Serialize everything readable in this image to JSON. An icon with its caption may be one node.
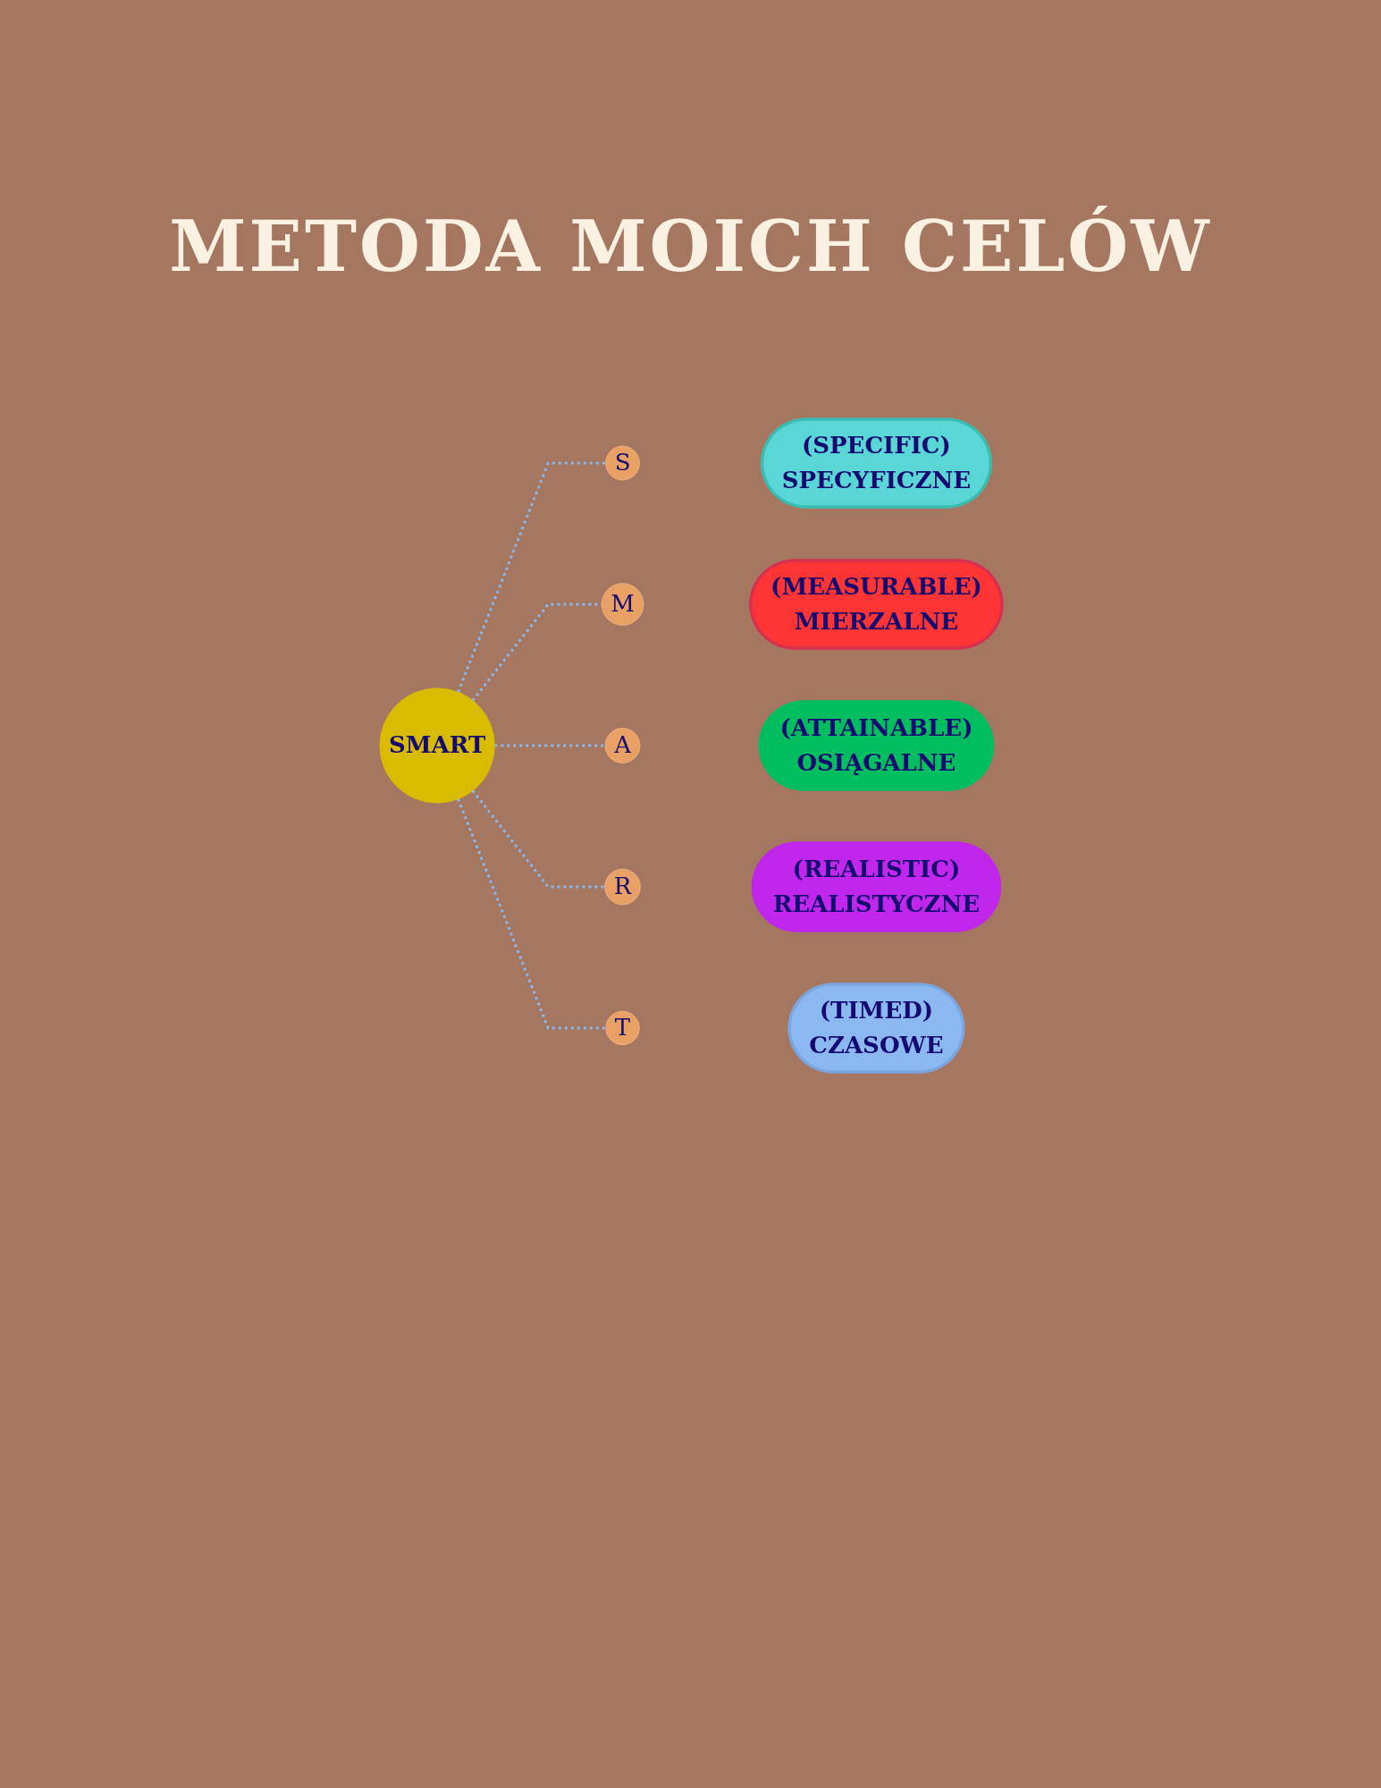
{
  "diagram": {
    "title": "METODA MOICH CELÓW",
    "nodes": [
      {
        "text": [
          "SMART"
        ]
      },
      {
        "text": [
          "S"
        ]
      },
      {
        "text": [
          "(SPECIFIC)",
          "SPECYFICZNE"
        ]
      },
      {
        "text": [
          "M"
        ]
      },
      {
        "text": [
          "(MEASURABLE)",
          "MIERZALNE"
        ]
      },
      {
        "text": [
          "A"
        ]
      },
      {
        "text": [
          "(ATTAINABLE)",
          "OSIĄGALNE"
        ]
      },
      {
        "text": [
          "R"
        ]
      },
      {
        "text": [
          "(REALISTIC)",
          "REALISTYCZNE"
        ]
      },
      {
        "text": [
          "T"
        ]
      },
      {
        "text": [
          "(TIMED)",
          "CZASOWE"
        ]
      }
    ],
    "edges": [
      {
        "from": 0,
        "to": 1,
        "arrow": "none",
        "style": "dashed"
      },
      {
        "from": 0,
        "to": 3,
        "arrow": "none",
        "style": "dashed"
      },
      {
        "from": 0,
        "to": 5,
        "arrow": "none",
        "style": "dashed"
      },
      {
        "from": 0,
        "to": 7,
        "arrow": "none",
        "style": "dashed"
      },
      {
        "from": 0,
        "to": 9,
        "arrow": "none",
        "style": "dashed"
      }
    ]
  }
}
